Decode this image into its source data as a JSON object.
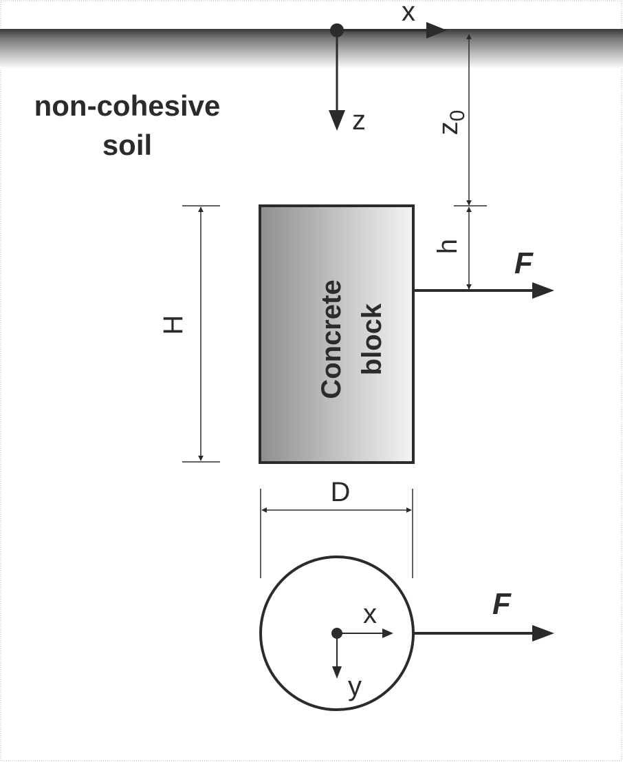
{
  "labels": {
    "soil_line1": "non-cohesive",
    "soil_line2": "soil",
    "block_line1": "Concrete",
    "block_line2": "block",
    "surface_x": "x",
    "surface_z": "z",
    "z0_main": "z",
    "z0_sub": "0",
    "h": "h",
    "H": "H",
    "D": "D",
    "force_top": "F",
    "force_bottom": "F",
    "plan_x": "x",
    "plan_y": "y"
  },
  "colors": {
    "ink": "#2b2b2b",
    "surface_dark": "#3a3a3a",
    "block_light": "#f4f4f4",
    "block_dark": "#8f8f8f",
    "frame": "#b0b0b0"
  }
}
